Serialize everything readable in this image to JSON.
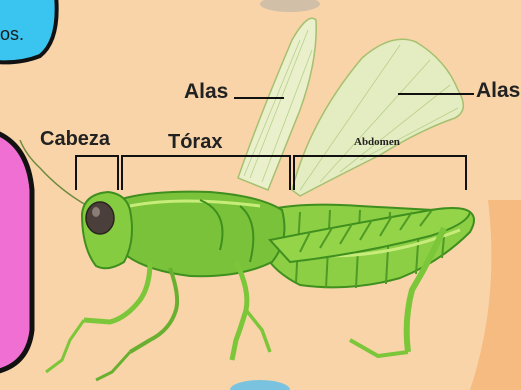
{
  "bubble_text": "os.",
  "labels": {
    "wing_left": "Alas",
    "wing_right": "Alas",
    "head": "Cabeza",
    "thorax": "Tórax",
    "abdomen": "Abdomen"
  },
  "colors": {
    "background": "#f8d4a8",
    "bubble": "#39c5f0",
    "side_panel": "#f06fd2",
    "outline": "#111111",
    "body_green": "#7cc63a",
    "dark_green": "#3f8f1f",
    "light_green": "#c8ec7a",
    "wing": "#e6f2c8"
  }
}
